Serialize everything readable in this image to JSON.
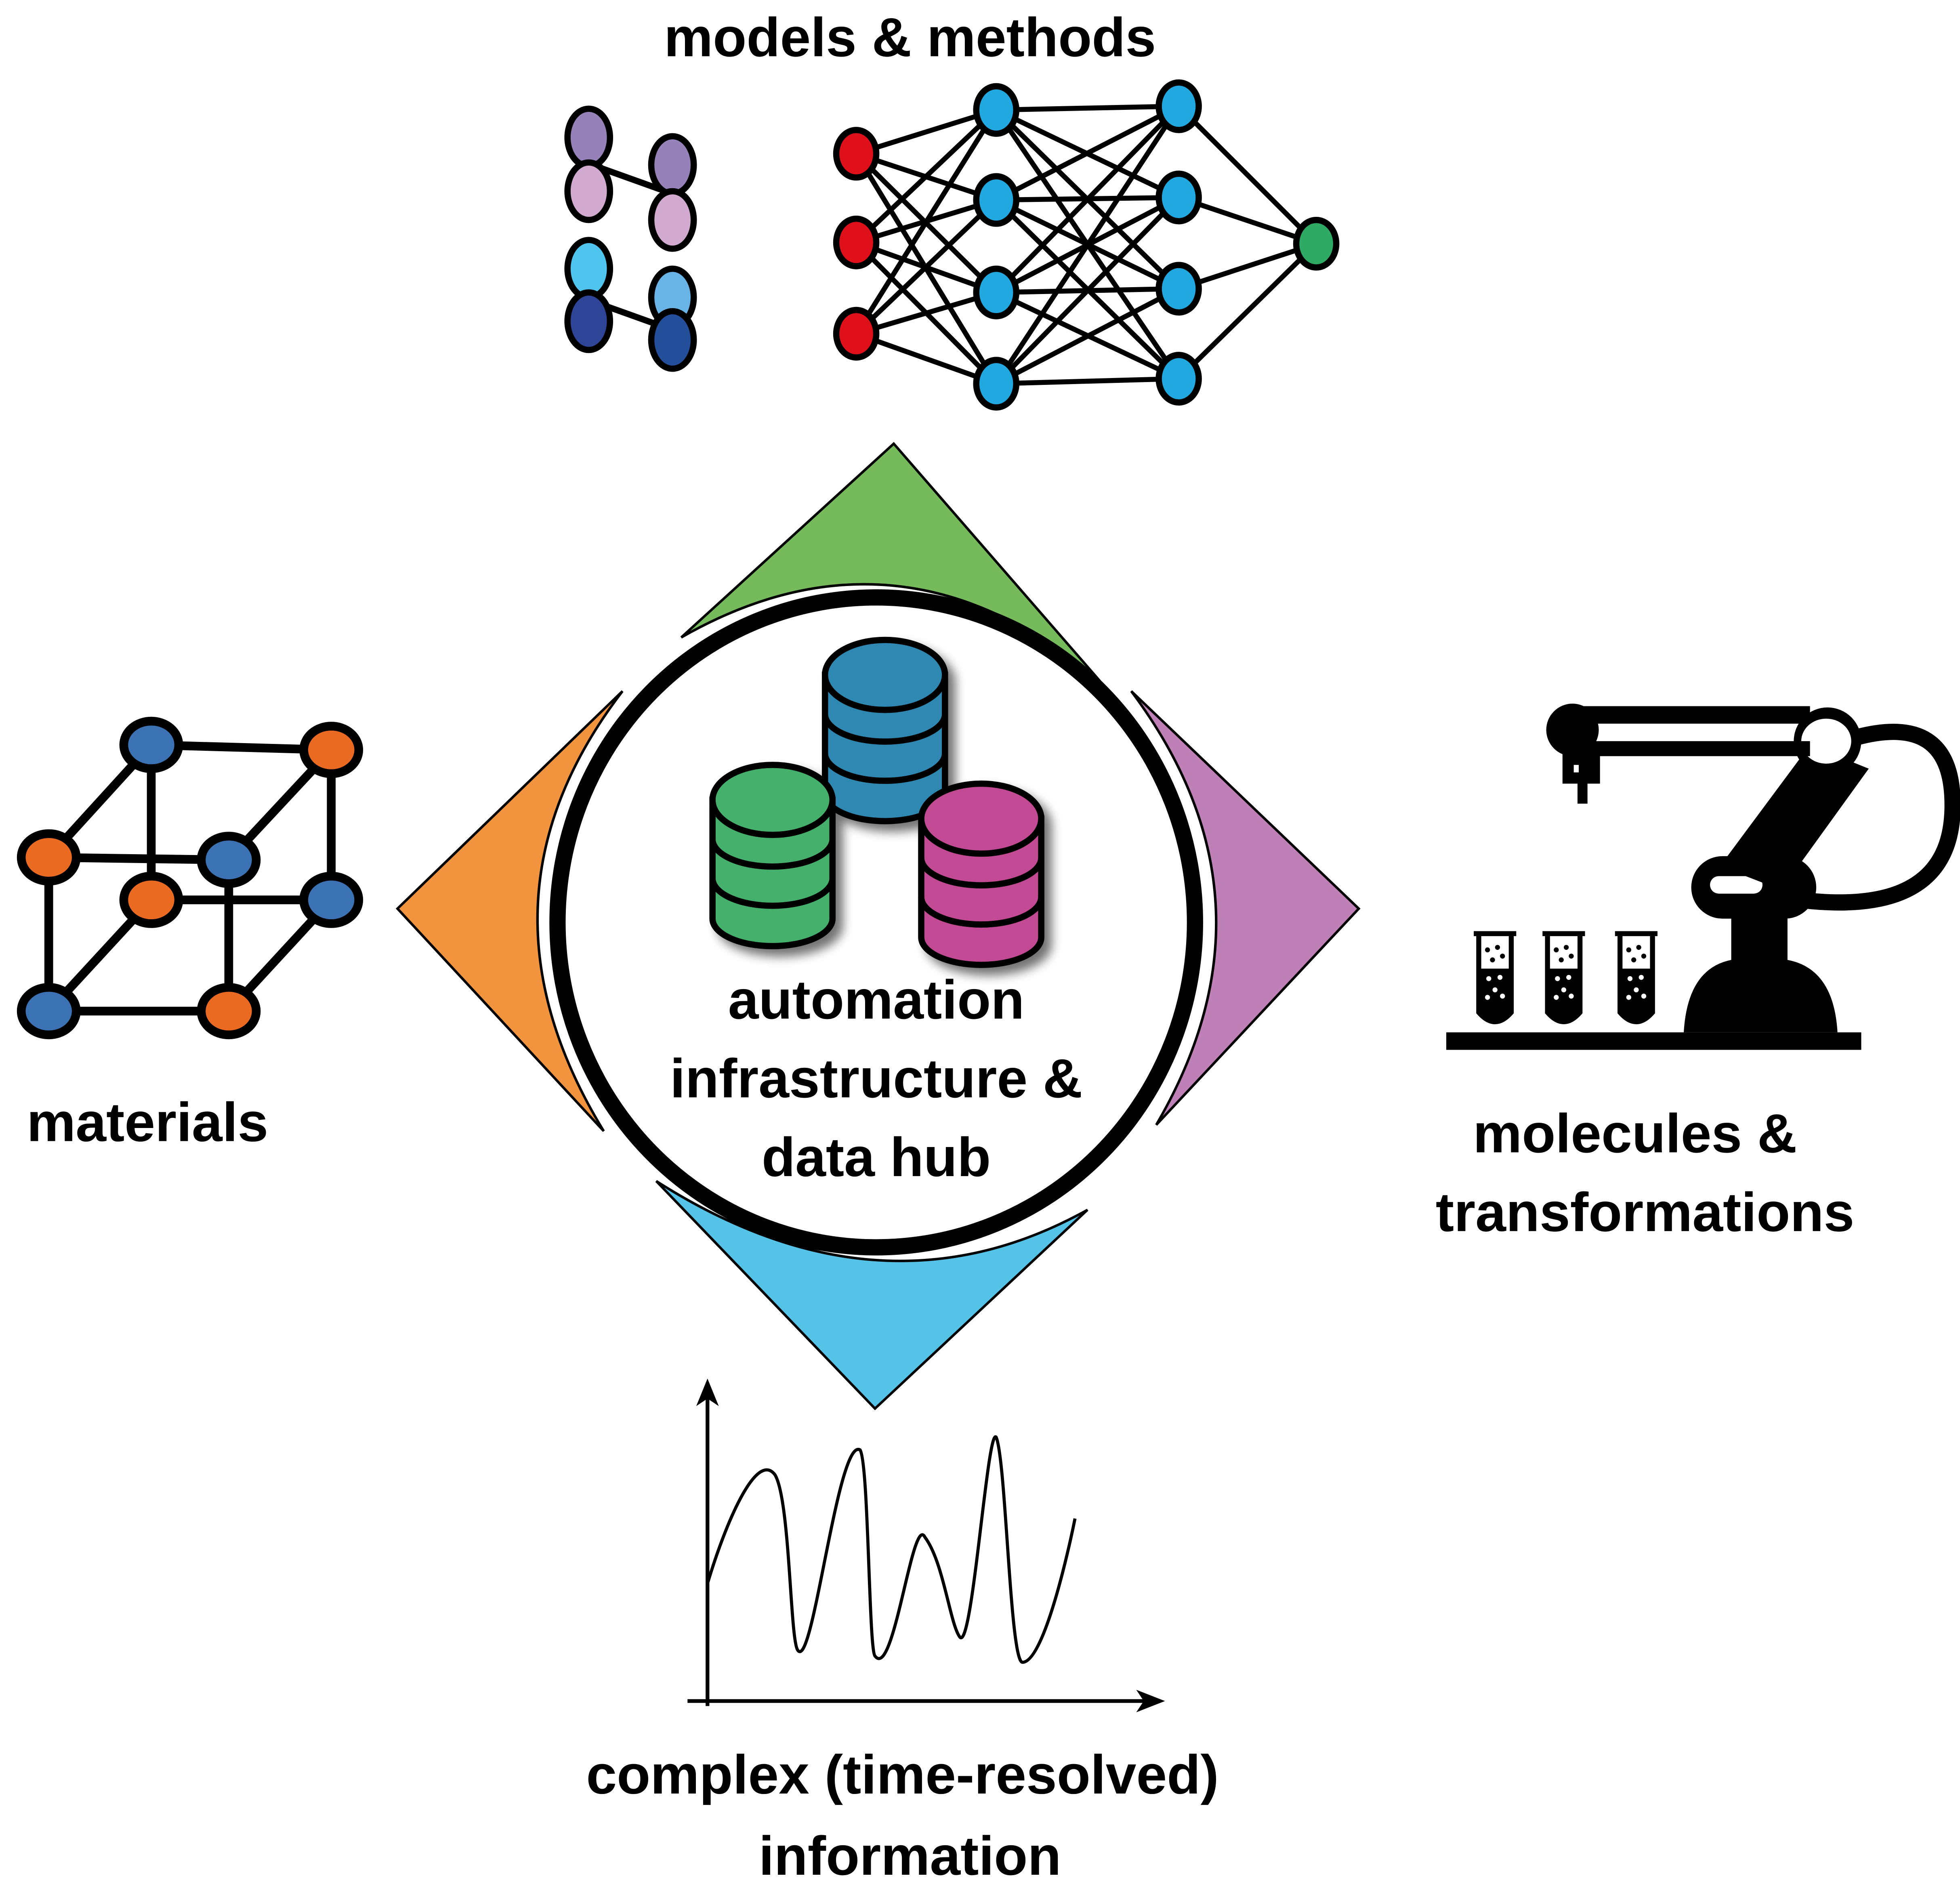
{
  "center": {
    "lines": [
      "automation",
      "infrastructure &",
      "data hub"
    ]
  },
  "sections": {
    "top": {
      "label": "models & methods",
      "color": "#75bb5c"
    },
    "left": {
      "label": "materials",
      "color": "#f2943e"
    },
    "right": {
      "lines": [
        "molecules &",
        "transformations"
      ],
      "color": "#bf80b8"
    },
    "bottom": {
      "lines": [
        "complex (time-resolved)",
        "information"
      ],
      "color": "#55c2e8"
    }
  },
  "icons": {
    "top_left": "orbital-icon",
    "top_right": "neural-network-icon",
    "left": "crystal-lattice-icon",
    "right": "robot-arm-test-tubes-icon",
    "bottom": "signal-plot-icon",
    "center": "database-stack-icon"
  },
  "colors": {
    "database_blue": "#2e88b2",
    "database_green": "#44b06c",
    "database_magenta": "#c24a93",
    "nn_input": "#e0101a",
    "nn_hidden": "#22a8e0",
    "nn_output": "#2eaa64",
    "lattice_blue": "#3a72b4",
    "lattice_orange": "#eb6a22",
    "orbital_purple_dark": "#9682b8",
    "orbital_purple_light": "#d2aad0",
    "orbital_cyan": "#4ec4ee",
    "orbital_sky": "#68b4e6",
    "orbital_navy": "#2e4496",
    "orbital_navy2": "#224e9a"
  }
}
